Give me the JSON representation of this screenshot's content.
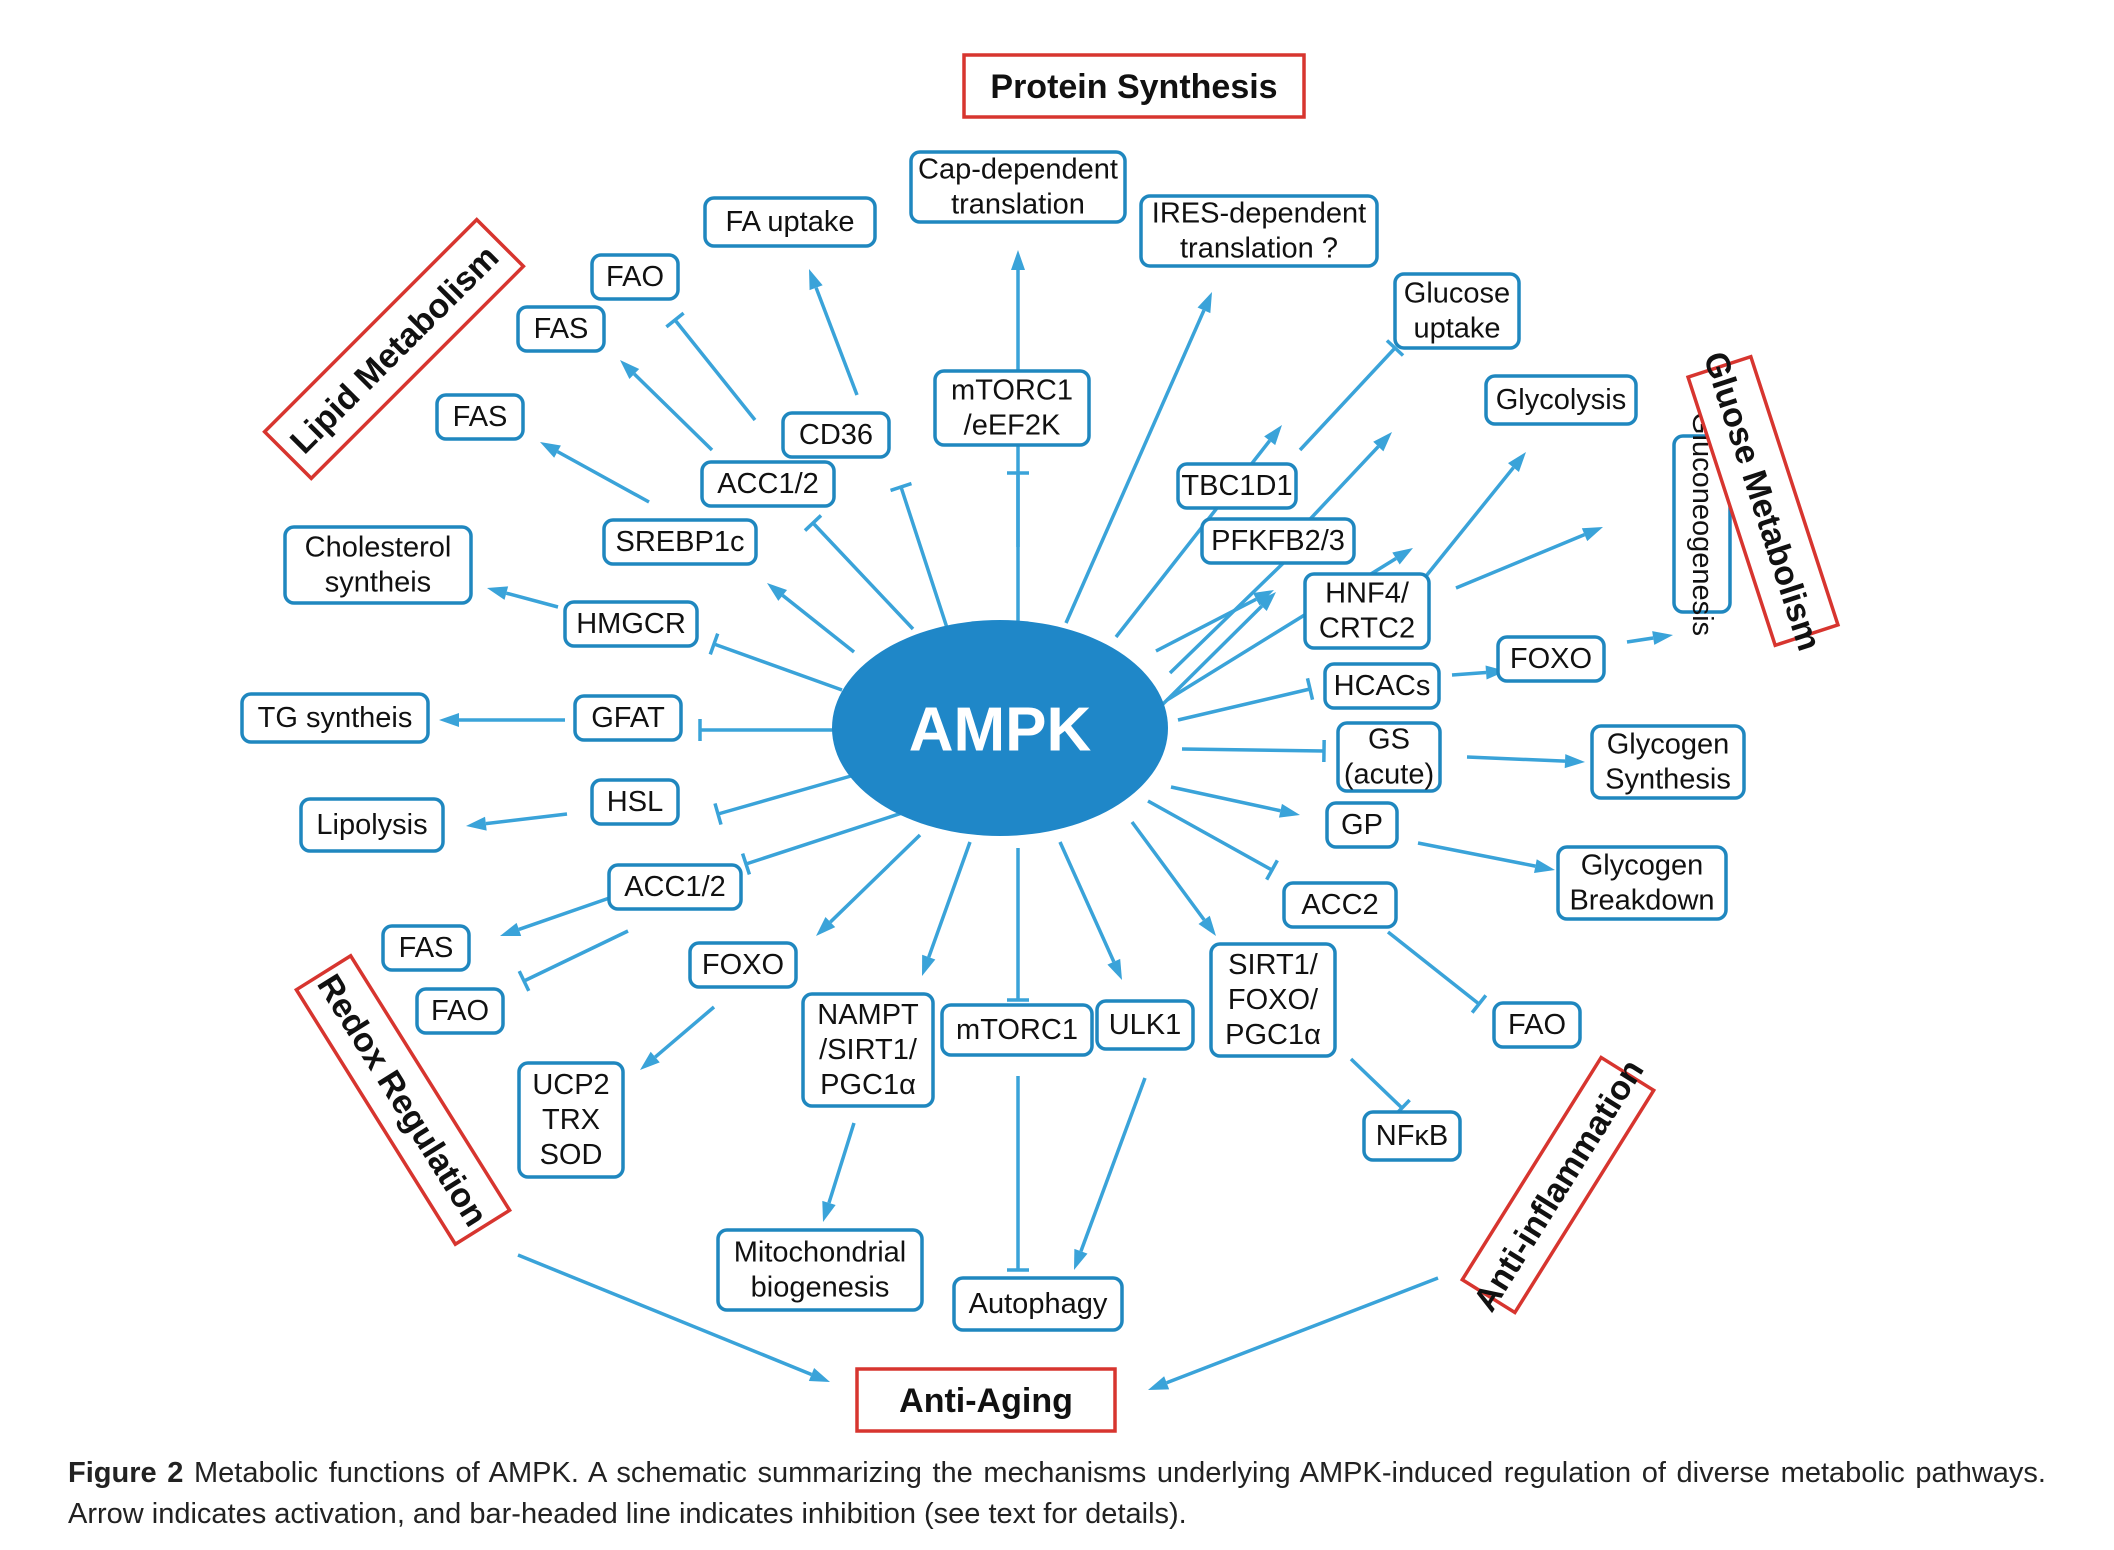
{
  "hub": {
    "label": "AMPK",
    "color": "#1f87c8"
  },
  "colors": {
    "node_border": "#1f87bf",
    "edge": "#3aa3d9",
    "category_border": "#d7352f"
  },
  "categories": [
    {
      "id": "protein",
      "label": "Protein Synthesis"
    },
    {
      "id": "lipid",
      "label": "Lipid Metabolism"
    },
    {
      "id": "glucose",
      "label": "Gluose Metabolism"
    },
    {
      "id": "redox",
      "label": "Redox Regulation"
    },
    {
      "id": "inflam",
      "label": "Anti-inflammation"
    },
    {
      "id": "aging",
      "label": "Anti-Aging"
    }
  ],
  "nodes": [
    {
      "id": "cap",
      "lines": [
        "Cap-dependent",
        "translation"
      ]
    },
    {
      "id": "ires",
      "lines": [
        "IRES-dependent",
        "translation ?"
      ]
    },
    {
      "id": "fauptake",
      "lines": [
        "FA uptake"
      ]
    },
    {
      "id": "fao1",
      "lines": [
        "FAO"
      ]
    },
    {
      "id": "fas1",
      "lines": [
        "FAS"
      ]
    },
    {
      "id": "fas2",
      "lines": [
        "FAS"
      ]
    },
    {
      "id": "cd36",
      "lines": [
        "CD36"
      ]
    },
    {
      "id": "mtorc1e",
      "lines": [
        "mTORC1",
        "/eEF2K"
      ]
    },
    {
      "id": "acc12a",
      "lines": [
        "ACC1/2"
      ]
    },
    {
      "id": "srebp",
      "lines": [
        "SREBP1c"
      ]
    },
    {
      "id": "chol",
      "lines": [
        "Cholesterol",
        "syntheis"
      ]
    },
    {
      "id": "hmgcr",
      "lines": [
        "HMGCR"
      ]
    },
    {
      "id": "tg",
      "lines": [
        "TG syntheis"
      ]
    },
    {
      "id": "gfat",
      "lines": [
        "GFAT"
      ]
    },
    {
      "id": "hsl",
      "lines": [
        "HSL"
      ]
    },
    {
      "id": "lipolysis",
      "lines": [
        "Lipolysis"
      ]
    },
    {
      "id": "acc12b",
      "lines": [
        "ACC1/2"
      ]
    },
    {
      "id": "fas3",
      "lines": [
        "FAS"
      ]
    },
    {
      "id": "fao2",
      "lines": [
        "FAO"
      ]
    },
    {
      "id": "foxo1",
      "lines": [
        "FOXO"
      ]
    },
    {
      "id": "ucp",
      "lines": [
        "UCP2",
        "TRX",
        "SOD"
      ]
    },
    {
      "id": "nampt",
      "lines": [
        "NAMPT",
        "/SIRT1/",
        "PGC1α"
      ]
    },
    {
      "id": "mito",
      "lines": [
        "Mitochondrial",
        "biogenesis"
      ]
    },
    {
      "id": "mtorc1",
      "lines": [
        "mTORC1"
      ]
    },
    {
      "id": "ulk1",
      "lines": [
        "ULK1"
      ]
    },
    {
      "id": "autophagy",
      "lines": [
        "Autophagy"
      ]
    },
    {
      "id": "sirt1",
      "lines": [
        "SIRT1/",
        "FOXO/",
        "PGC1α"
      ]
    },
    {
      "id": "nfkb",
      "lines": [
        "NFκB"
      ]
    },
    {
      "id": "acc2",
      "lines": [
        "ACC2"
      ]
    },
    {
      "id": "fao3",
      "lines": [
        "FAO"
      ]
    },
    {
      "id": "gp",
      "lines": [
        "GP"
      ]
    },
    {
      "id": "glycbreak",
      "lines": [
        "Glycogen",
        "Breakdown"
      ]
    },
    {
      "id": "gs",
      "lines": [
        "GS",
        "(acute)"
      ]
    },
    {
      "id": "glycsynth",
      "lines": [
        "Glycogen",
        "Synthesis"
      ]
    },
    {
      "id": "hcacs",
      "lines": [
        "HCACs"
      ]
    },
    {
      "id": "foxo2",
      "lines": [
        "FOXO"
      ]
    },
    {
      "id": "hnf4",
      "lines": [
        "HNF4/",
        "CRTC2"
      ]
    },
    {
      "id": "pfkfb",
      "lines": [
        "PFKFB2/3"
      ]
    },
    {
      "id": "glycolysis",
      "lines": [
        "Glycolysis"
      ]
    },
    {
      "id": "tbc1d1",
      "lines": [
        "TBC1D1"
      ]
    },
    {
      "id": "gluptake",
      "lines": [
        "Glucose",
        "uptake"
      ]
    },
    {
      "id": "gluconeo",
      "lines": [
        "Gluconeogenesis"
      ]
    }
  ],
  "caption": {
    "label": "Figure 2",
    "text": " Metabolic functions of AMPK. A schematic summarizing the mechanisms underlying AMPK-induced regulation of diverse metabolic pathways. Arrow indicates activation, and bar-headed line indicates inhibition (see text for details)."
  }
}
